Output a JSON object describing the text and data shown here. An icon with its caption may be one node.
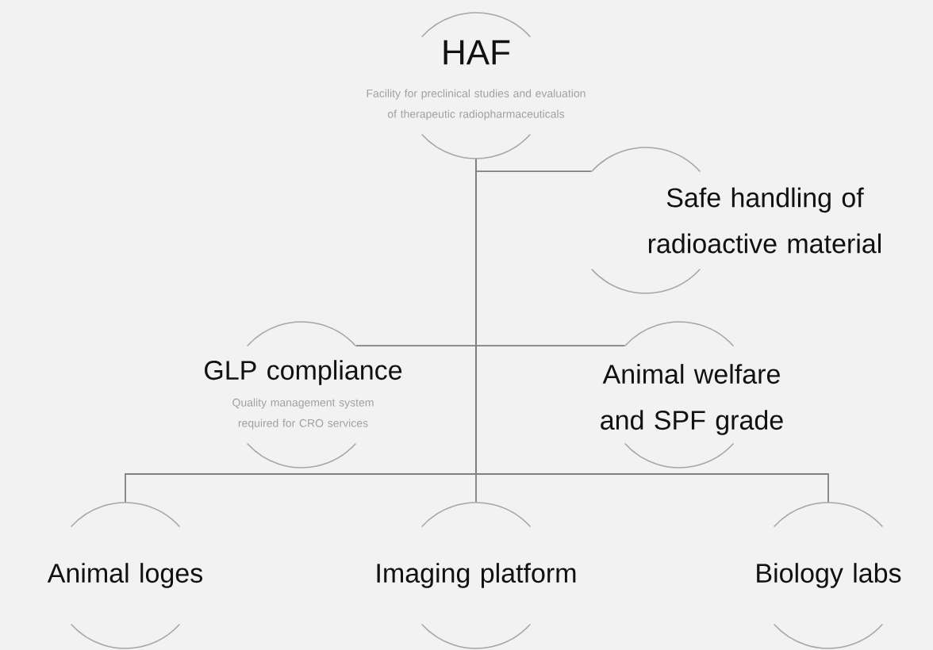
{
  "diagram": {
    "nodes": [
      {
        "text": [
          "HAF",
          "Facility for preclinical studies and evaluation of therapeutic radiopharmaceuticals"
        ]
      },
      {
        "text": [
          "Safe handling of radioactive material"
        ]
      },
      {
        "text": [
          "GLP compliance",
          "Quality management system required for CRO services"
        ]
      },
      {
        "text": [
          "Animal welfare and SPF grade"
        ]
      },
      {
        "text": [
          "Animal loges"
        ]
      },
      {
        "text": [
          "Imaging platform"
        ]
      },
      {
        "text": [
          "Biology labs"
        ]
      }
    ],
    "edges": [
      {
        "from": 0,
        "to": 1,
        "arrow": "none"
      },
      {
        "from": 0,
        "to": 2,
        "arrow": "none"
      },
      {
        "from": 0,
        "to": 3,
        "arrow": "none"
      },
      {
        "from": 0,
        "to": 4,
        "arrow": "none"
      },
      {
        "from": 0,
        "to": 5,
        "arrow": "none"
      },
      {
        "from": 0,
        "to": 6,
        "arrow": "none"
      }
    ]
  }
}
